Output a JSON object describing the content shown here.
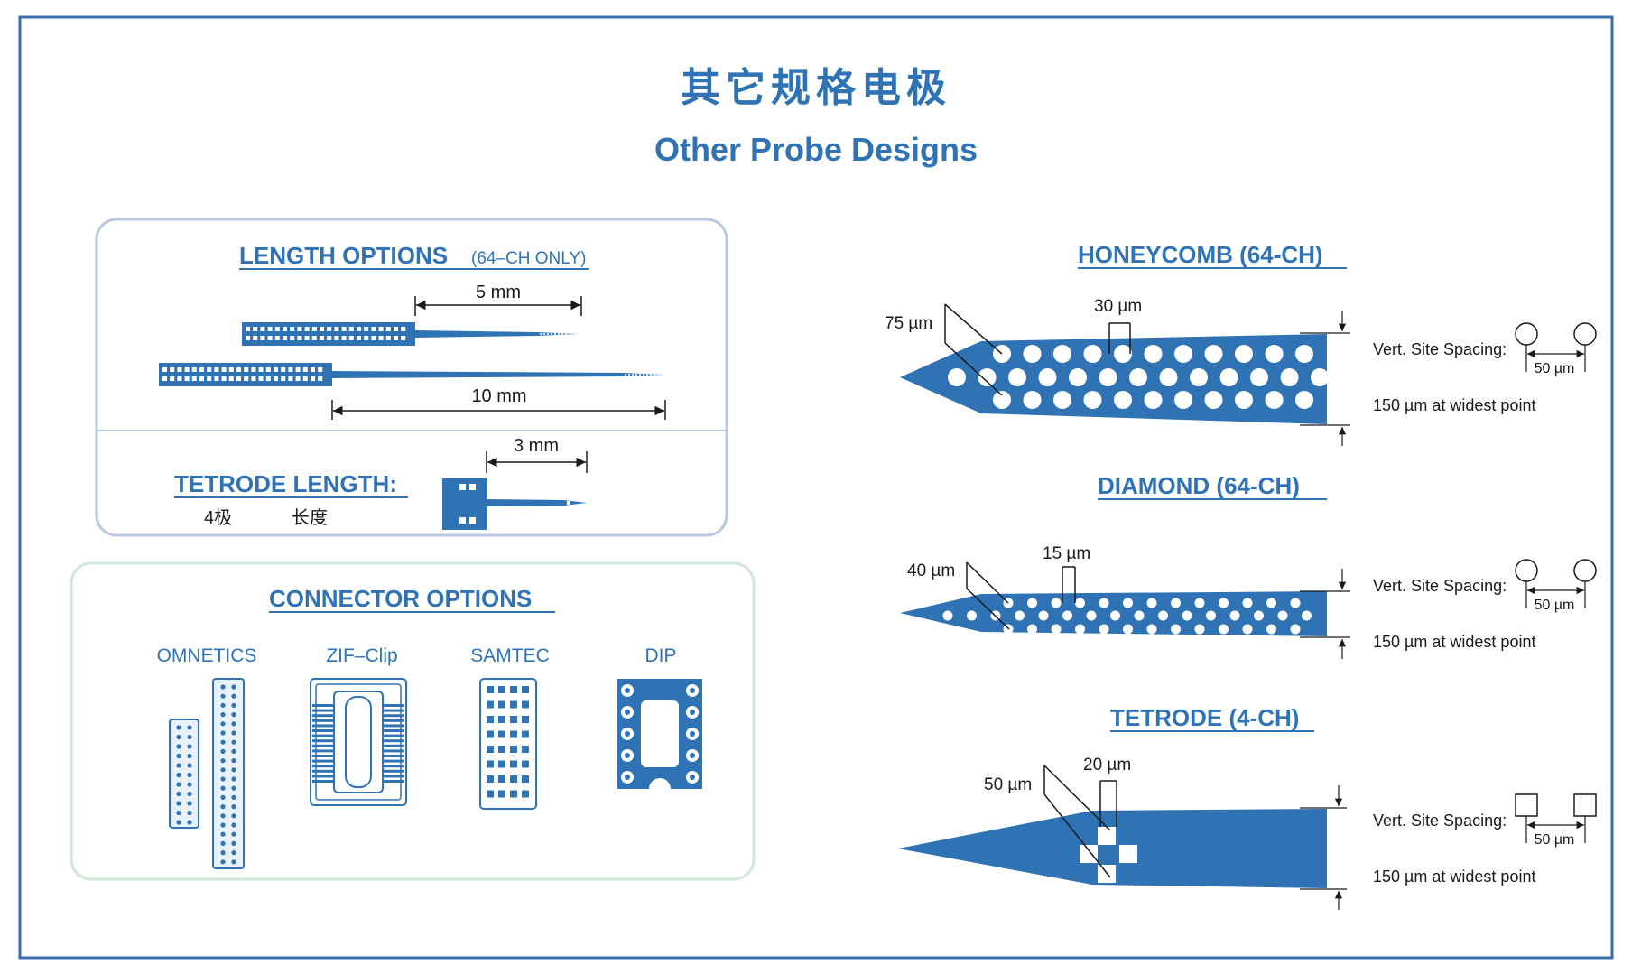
{
  "title_cn": "其它规格电极",
  "title_en": "Other Probe Designs",
  "colors": {
    "accent": "#2f73b5",
    "frame": "#3a6db0",
    "panel_border_top": "#b7c9df",
    "panel_border_bottom": "#cfe8d8",
    "text": "#1a1a1a"
  },
  "length_options": {
    "heading": "LENGTH OPTIONS",
    "note": "(64–CH ONLY)",
    "dim_short": "5 mm",
    "dim_long": "10 mm"
  },
  "tetrode_length": {
    "heading": "TETRODE LENGTH:",
    "label_a": "4极",
    "label_b": "长度",
    "dim": "3 mm"
  },
  "connector_options": {
    "heading": "CONNECTOR OPTIONS",
    "items": [
      "OMNETICS",
      "ZIF–Clip",
      "SAMTEC",
      "DIP"
    ]
  },
  "designs": [
    {
      "heading": "HONEYCOMB (64-CH)",
      "site_diameter": "75 µm",
      "site_gap": "30 µm",
      "spacing_label": "Vert. Site Spacing:",
      "spacing_value": "50 µm",
      "width_note": "150 µm at widest point",
      "marker": "circle"
    },
    {
      "heading": "DIAMOND (64-CH)",
      "site_diameter": "40 µm",
      "site_gap": "15 µm",
      "spacing_label": "Vert. Site Spacing:",
      "spacing_value": "50 µm",
      "width_note": "150 µm at widest point",
      "marker": "circle"
    },
    {
      "heading": "TETRODE (4-CH)",
      "site_diameter": "50 µm",
      "site_gap": "20 µm",
      "spacing_label": "Vert. Site Spacing:",
      "spacing_value": "50 µm",
      "width_note": "150 µm at widest point",
      "marker": "square"
    }
  ]
}
